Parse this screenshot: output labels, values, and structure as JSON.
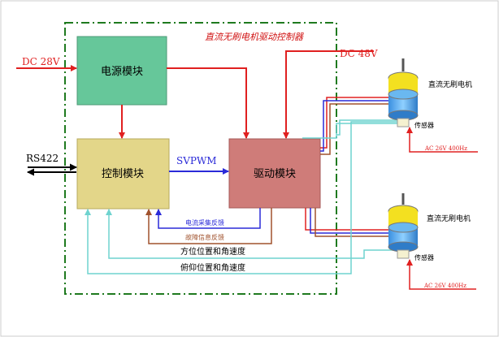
{
  "title": "直流无刷电机驱动控制器",
  "inputs": {
    "dc28v": "DC 28V",
    "dc48v": "DC 48V",
    "rs422": "RS422"
  },
  "blocks": {
    "power": "电源模块",
    "control": "控制模块",
    "drive": "驱动模块"
  },
  "signals": {
    "svpwm": "SVPWM",
    "current_feedback": "电流采集反馈",
    "fault_feedback": "故障信息反馈",
    "azimuth": "方位位置和角速度",
    "pitch": "俯仰位置和角速度"
  },
  "motors": [
    {
      "label": "直流无刷电机",
      "sensor": "传感器",
      "supply": "AC 26V 400Hz"
    },
    {
      "label": "直流无刷电机",
      "sensor": "传感器",
      "supply": "AC 26V 400Hz"
    }
  ],
  "colors": {
    "power_fill": "#66c79a",
    "control_fill": "#e3d689",
    "drive_fill": "#cf7c79",
    "frame": "#1f7a1f",
    "red": "#e02020",
    "blue": "#2a2ad8",
    "brown": "#a0522d",
    "cyan": "#6fd3cf"
  }
}
